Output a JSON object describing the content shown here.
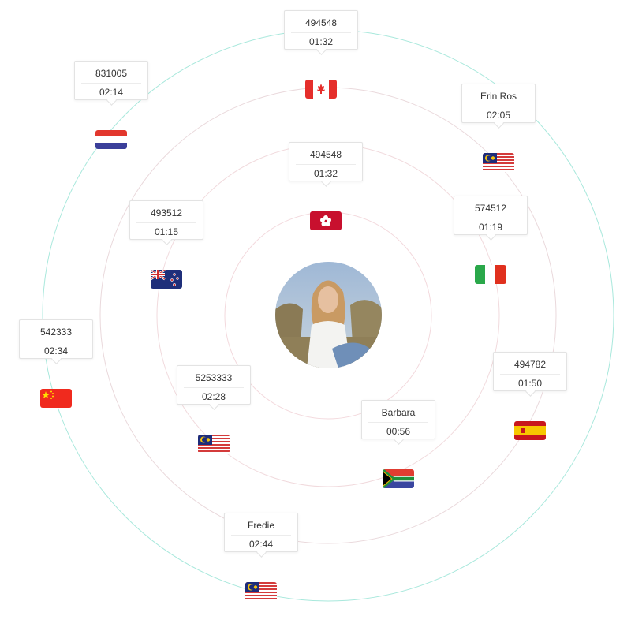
{
  "colors": {
    "outer_ring": "#a8e8dc",
    "inner_rings": "#f3d9dd",
    "middle_ring": "#ead9dc",
    "card_border": "#e3e3e3",
    "text": "#333333"
  },
  "center": {
    "avatar_icon": "person-photo"
  },
  "contacts": [
    {
      "name": "494548",
      "time": "01:32",
      "flag": "canada-flag-icon"
    },
    {
      "name": "831005",
      "time": "02:14",
      "flag": "netherlands-flag-icon"
    },
    {
      "name": "Erin Ros",
      "time": "02:05",
      "flag": "malaysia-flag-icon"
    },
    {
      "name": "494548",
      "time": "01:32",
      "flag": "hong-kong-flag-icon"
    },
    {
      "name": "493512",
      "time": "01:15",
      "flag": "new-zealand-flag-icon"
    },
    {
      "name": "574512",
      "time": "01:19",
      "flag": "italy-flag-icon"
    },
    {
      "name": "542333",
      "time": "02:34",
      "flag": "china-flag-icon"
    },
    {
      "name": "494782",
      "time": "01:50",
      "flag": "spain-flag-icon"
    },
    {
      "name": "5253333",
      "time": "02:28",
      "flag": "malaysia-flag-icon"
    },
    {
      "name": "Barbara",
      "time": "00:56",
      "flag": "south-africa-flag-icon"
    },
    {
      "name": "Fredie",
      "time": "02:44",
      "flag": "malaysia-flag-icon"
    }
  ]
}
